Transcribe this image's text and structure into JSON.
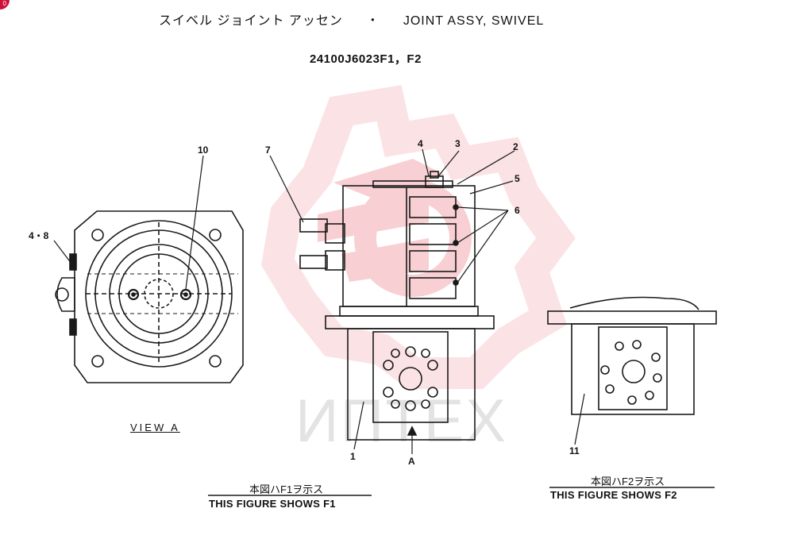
{
  "title": {
    "japanese": "スイベル ジョイント アッセン",
    "separator": "・",
    "english": "JOINT ASSY, SWIVEL"
  },
  "part_number": "24100J6023F1，F2",
  "callouts": {
    "c1": "1",
    "c2": "2",
    "c3": "3",
    "c4": "4",
    "c5": "5",
    "c6": "6",
    "c7": "7",
    "c10": "10",
    "c11": "11",
    "c48": "4・8",
    "cA": "A"
  },
  "view_a_label": "VIEW  A",
  "captions": {
    "f1": {
      "japanese": "本図ハF1ヲ示ス",
      "english": "THIS FIGURE SHOWS    F1"
    },
    "f2": {
      "japanese": "本図ハF2ヲ示ス",
      "english": "THIS FIGURE SHOWS    F2"
    }
  },
  "watermark": {
    "text": "ИПТЕХ",
    "color": "#f5b8bd"
  },
  "colors": {
    "line": "#1a1a1a",
    "watermark": "#f3a9b0",
    "badge": "#d0103a"
  }
}
